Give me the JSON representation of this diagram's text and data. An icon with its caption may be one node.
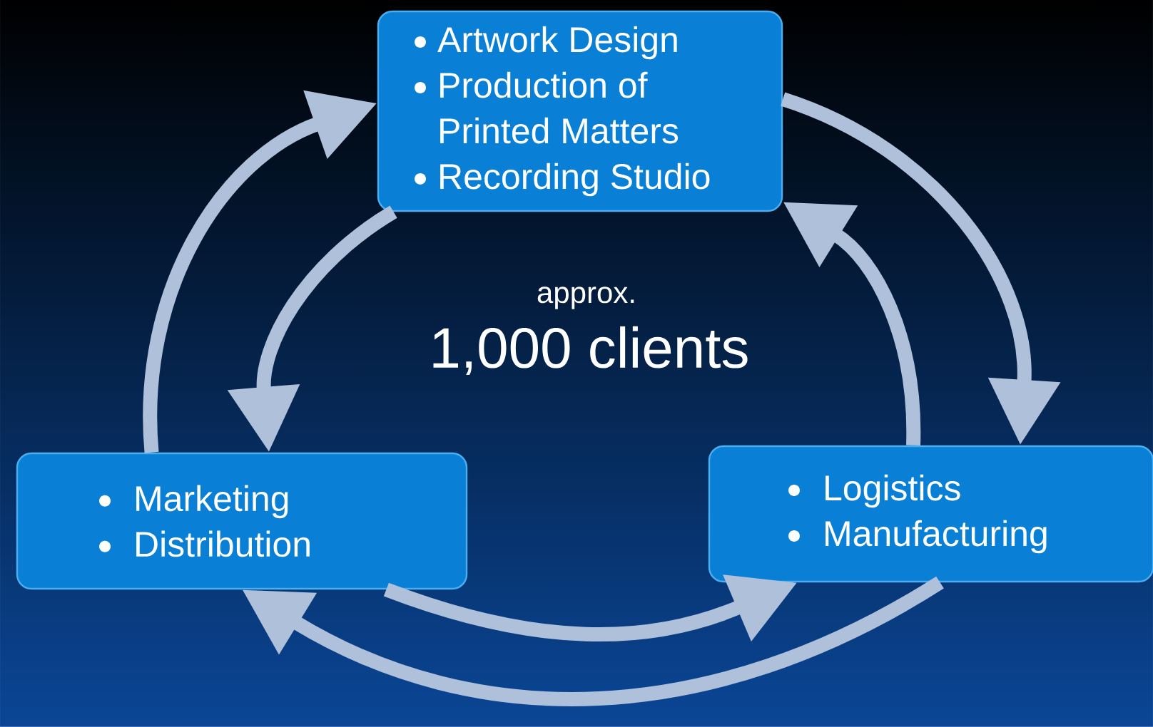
{
  "diagram": {
    "nodes": [
      {
        "text": [
          "Artwork Design",
          "Production of Printed Matters",
          "Recording Studio"
        ]
      },
      {
        "text": [
          "Marketing",
          "Distribution"
        ]
      },
      {
        "text": [
          "Logistics",
          "Manufacturing"
        ]
      }
    ],
    "edges": [
      {
        "from": 1,
        "to": 0,
        "arrow": "to"
      },
      {
        "from": 0,
        "to": 2,
        "arrow": "to"
      },
      {
        "from": 2,
        "to": 1,
        "arrow": "to"
      },
      {
        "from": 0,
        "to": 1,
        "arrow": "to"
      },
      {
        "from": 1,
        "to": 2,
        "arrow": "to"
      },
      {
        "from": 2,
        "to": 0,
        "arrow": "to"
      }
    ],
    "labels": [
      "approx.",
      "1,000 clients"
    ]
  }
}
